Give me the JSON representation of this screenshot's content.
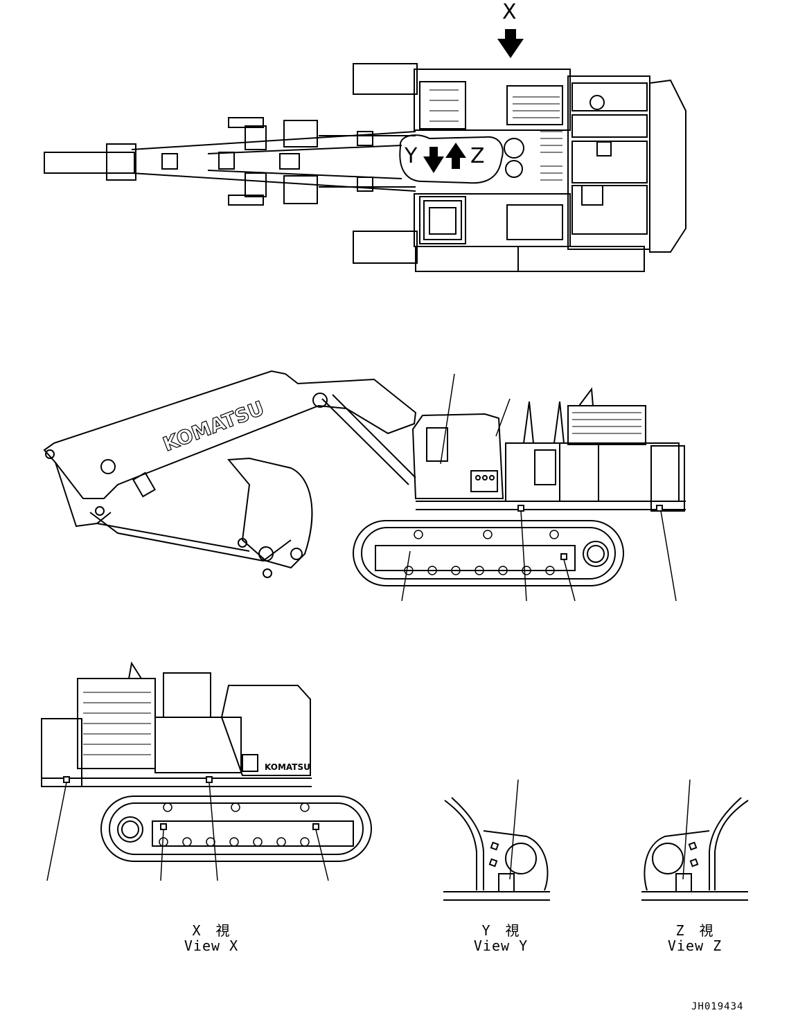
{
  "top_view": {
    "arrow_x_label": "X",
    "arrow_y_label": "Y",
    "arrow_z_label": "Z"
  },
  "side_view": {
    "brand_text": "KOMATSU"
  },
  "view_x": {
    "brand_text": "KOMATSU",
    "caption_jp": "X　視",
    "caption_en": "View X"
  },
  "view_y": {
    "caption_jp": "Y　視",
    "caption_en": "View Y"
  },
  "view_z": {
    "caption_jp": "Z　視",
    "caption_en": "View Z"
  },
  "document_id": "JH019434"
}
